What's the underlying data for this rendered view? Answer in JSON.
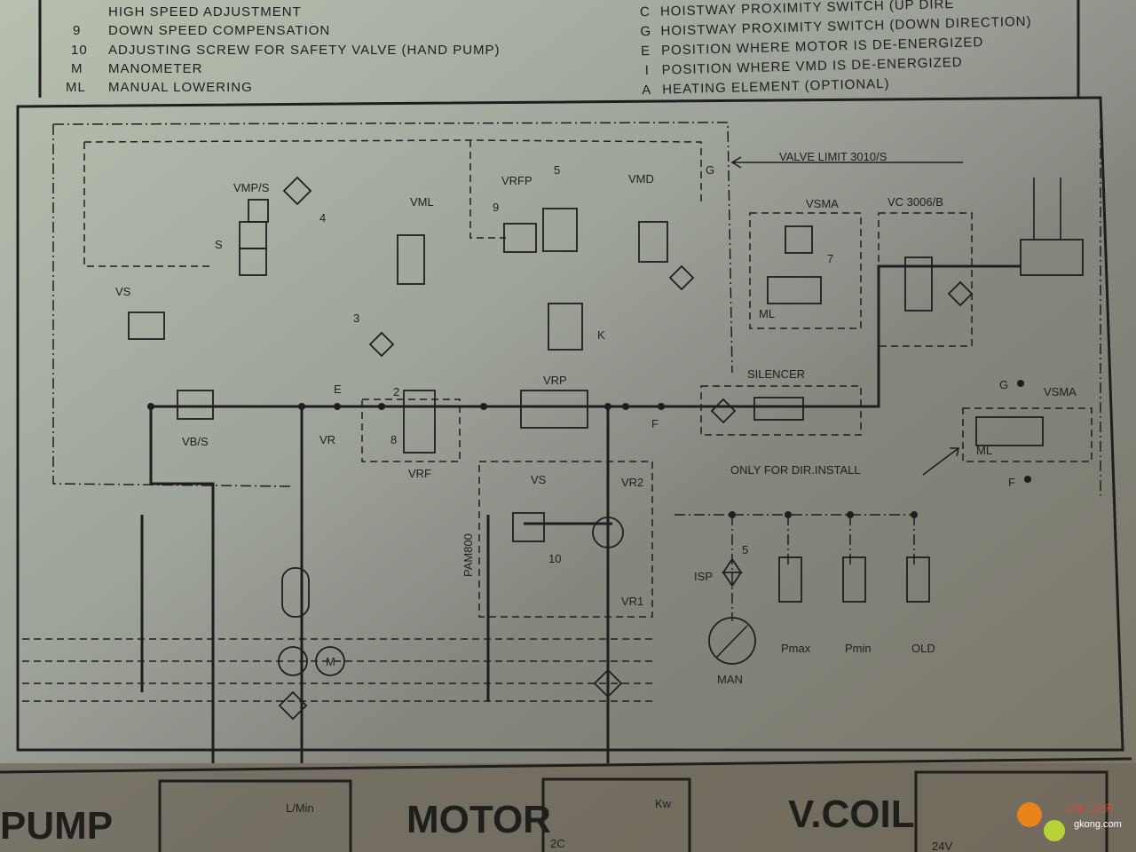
{
  "legend_left": [
    {
      "key": "",
      "text": "HIGH SPEED ADJUSTMENT"
    },
    {
      "key": "9",
      "text": "DOWN SPEED COMPENSATION"
    },
    {
      "key": "10",
      "text": "ADJUSTING SCREW FOR SAFETY VALVE (HAND PUMP)"
    },
    {
      "key": "M",
      "text": "MANOMETER"
    },
    {
      "key": "ML",
      "text": "MANUAL LOWERING"
    }
  ],
  "legend_right": [
    {
      "key": "C",
      "text": "HOISTWAY PROXIMITY SWITCH (UP DIRE"
    },
    {
      "key": "G",
      "text": "HOISTWAY PROXIMITY SWITCH (DOWN DIRECTION)"
    },
    {
      "key": "E",
      "text": "POSITION WHERE MOTOR IS DE-ENERGIZED"
    },
    {
      "key": "I",
      "text": "POSITION WHERE VMD IS DE-ENERGIZED"
    },
    {
      "key": "A",
      "text": "HEATING ELEMENT (OPTIONAL)"
    }
  ],
  "labels": {
    "valve_limit": "VALVE LIMIT 3010/S",
    "vmps": "VMP/S",
    "vml": "VML",
    "vrfp": "VRFP",
    "vmd": "VMD",
    "n5": "5",
    "n9": "9",
    "n4": "4",
    "s": "S",
    "vs": "VS",
    "n3": "3",
    "n2": "2",
    "n8": "8",
    "e": "E",
    "vr": "VR",
    "vbs": "VB/S",
    "vrf": "VRF",
    "vrp": "VRP",
    "f": "F",
    "g": "G",
    "k": "K",
    "vsma": "VSMA",
    "n7": "7",
    "ml": "ML",
    "vc": "VC 3006/B",
    "silencer": "SILENCER",
    "only_dir": "ONLY FOR DIR.INSTALL",
    "vsma2": "VSMA",
    "g2": "G",
    "f2": "F",
    "ml2": "ML",
    "pam": "PAM800",
    "vs2": "VS",
    "vr2": "VR2",
    "n10": "10",
    "vr1": "VR1",
    "isp": "ISP",
    "n5b": "5",
    "man": "MAN",
    "pmax": "Pmax",
    "pmin": "Pmin",
    "old": "OLD",
    "m": "M"
  },
  "nameplate": {
    "pump": "PUMP",
    "pump_unit": "L/Min",
    "motor": "MOTOR",
    "motor_unit": "Kw",
    "motor_value": "2C",
    "vcoil": "V.COIL",
    "vcoil_value": "24V"
  },
  "watermark": {
    "cn": "中华工控网",
    "site": "gkong.com"
  }
}
